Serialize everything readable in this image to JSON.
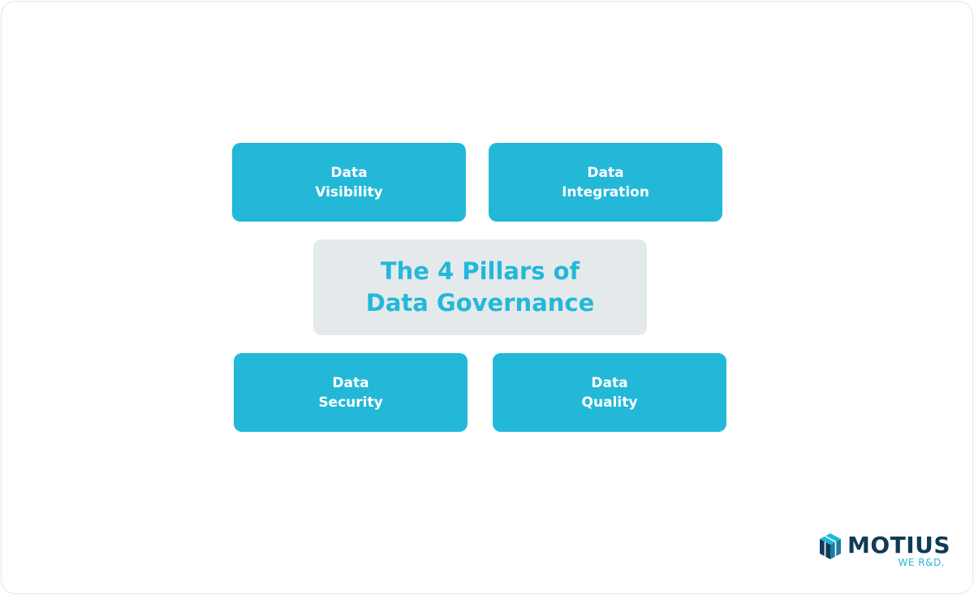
{
  "colors": {
    "pillar_fill": "#23b8d8",
    "center_fill": "#e4e9ec",
    "center_text": "#23b8d8",
    "logo_dark": "#0f3b57",
    "logo_accent": "#23b8d8"
  },
  "center": {
    "line1": "The 4 Pillars of",
    "line2": "Data Governance"
  },
  "pillars": [
    {
      "line1": "Data",
      "line2": "Visibility"
    },
    {
      "line1": "Data",
      "line2": "Integration"
    },
    {
      "line1": "Data",
      "line2": "Security"
    },
    {
      "line1": "Data",
      "line2": "Quality"
    }
  ],
  "logo": {
    "icon": "motius-cube-icon",
    "word": "MOTIUS",
    "tagline": "WE R&D."
  }
}
